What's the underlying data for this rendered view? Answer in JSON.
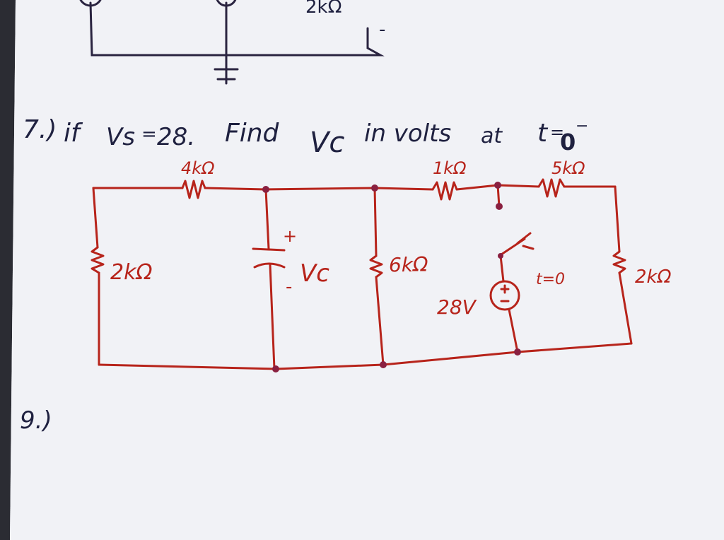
{
  "question_7": {
    "number": "7.)",
    "prompt_if": "if",
    "prompt_vs": "Vs",
    "prompt_eq": "=",
    "prompt_value": "28.",
    "prompt_find": "Find",
    "prompt_vc": "Vc",
    "prompt_in_volts": "in volts",
    "prompt_at": "at",
    "prompt_t": "t",
    "prompt_eq2": "=",
    "prompt_time": "0",
    "prompt_sup": "−"
  },
  "top_fragment": {
    "resistor_label": "2kΩ",
    "minus_sign": "-"
  },
  "circuit": {
    "r_top_left": "4kΩ",
    "r_top_mid": "1kΩ",
    "r_top_right": "5kΩ",
    "r_left": "2kΩ",
    "cap_plus": "+",
    "cap_minus": "-",
    "cap_label": "Vc",
    "r_mid": "6kΩ",
    "switch_label": "t=0",
    "source_label": "28V",
    "r_right": "2kΩ"
  },
  "question_9": {
    "number": "9.)"
  },
  "colors": {
    "wire": "#b7241b",
    "ink": "#1f2140",
    "paper": "#f4f5f8"
  }
}
